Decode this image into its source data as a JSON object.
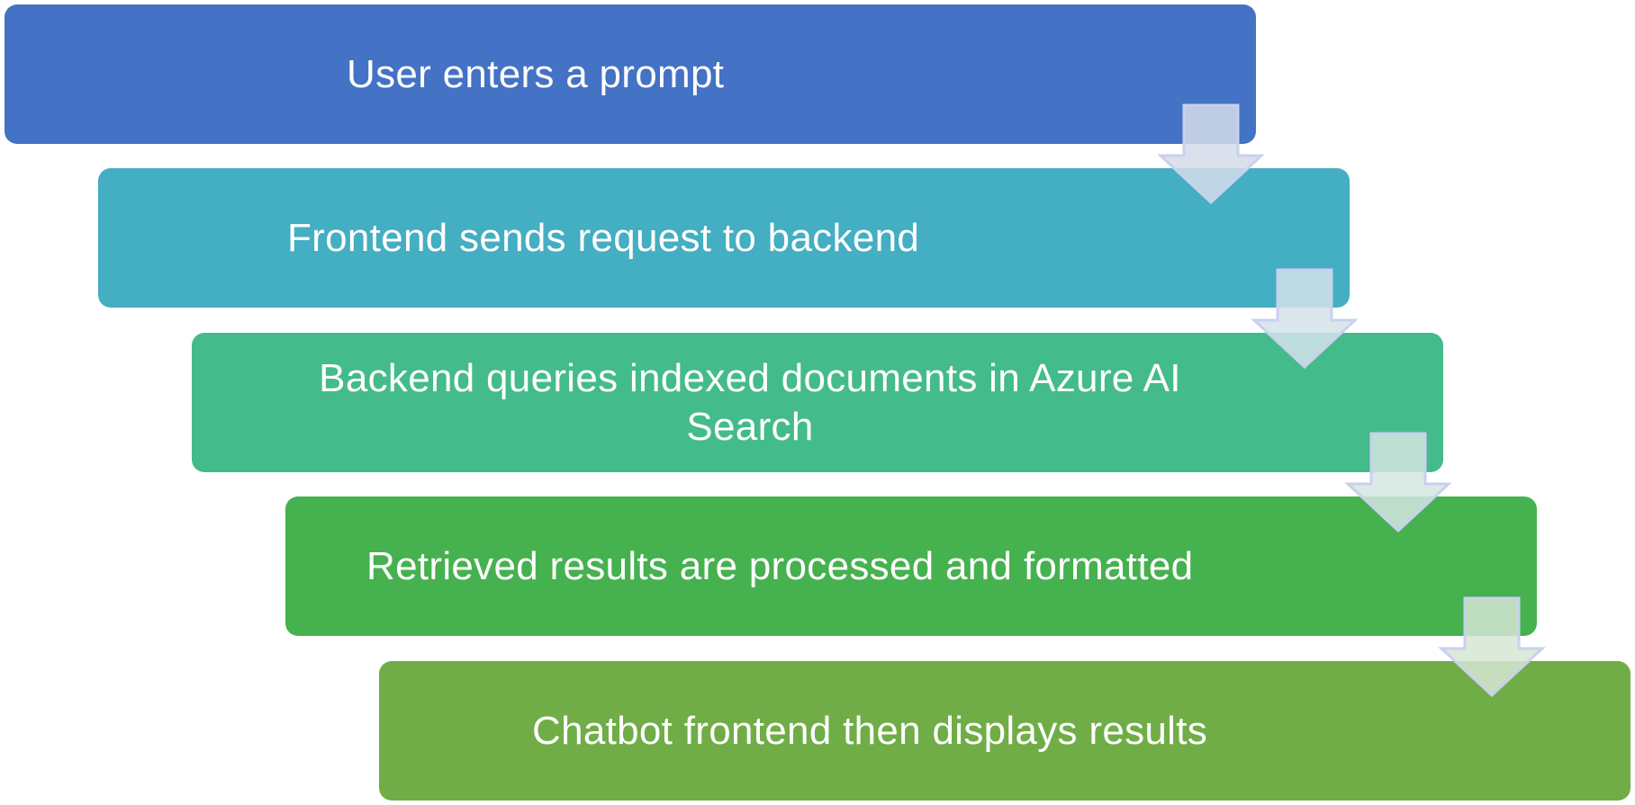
{
  "diagram": {
    "steps": [
      {
        "label": "User enters a prompt",
        "color": "#4472c4"
      },
      {
        "label": "Frontend sends request to backend",
        "color": "#44aec2"
      },
      {
        "label": "Backend queries indexed documents in Azure AI Search",
        "color": "#44bb8a"
      },
      {
        "label": "Retrieved results are processed and formatted",
        "color": "#46b14f"
      },
      {
        "label": "Chatbot frontend then displays results",
        "color": "#70ad47"
      }
    ],
    "arrow_color": "#d3dcea"
  }
}
